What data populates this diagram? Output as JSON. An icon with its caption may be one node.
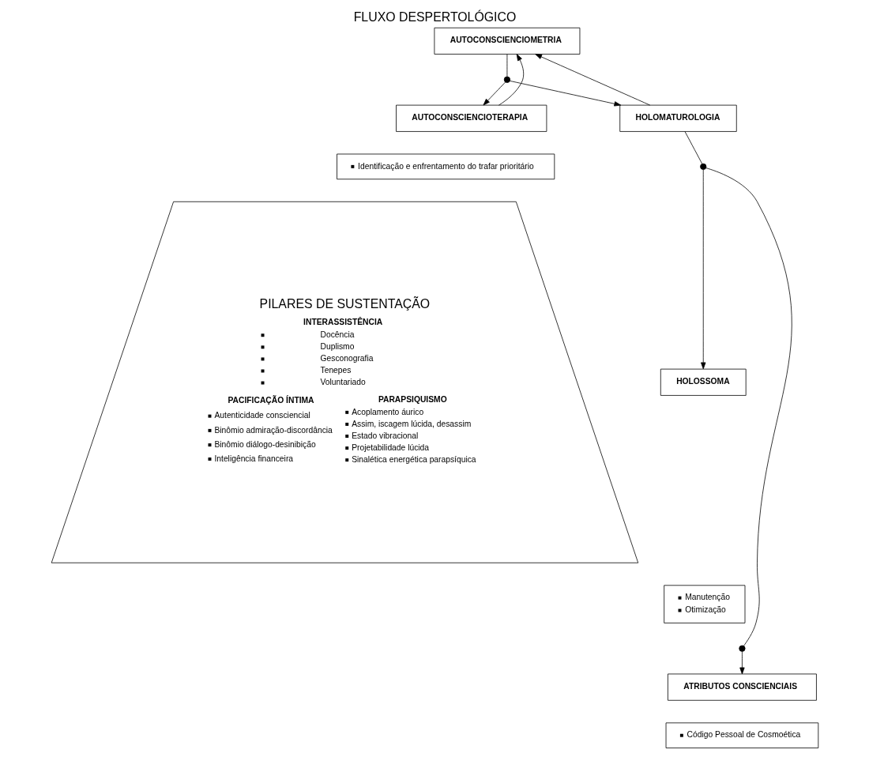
{
  "diagram": {
    "title": "FLUXO DESPERTOLÓGICO",
    "nodes": [
      {
        "text": [
          "AUTOCONSCIENCIOMETRIA"
        ]
      },
      {
        "text": [],
        "shape": "circle"
      },
      {
        "text": [
          "AUTOCONSCIENCIOTERAPIA"
        ]
      },
      {
        "text": [
          "Identificação e enfrentamento do trafar prioritário"
        ]
      },
      {
        "text": [
          "HOLOMATUROLOGIA"
        ]
      },
      {
        "text": [],
        "shape": "circle"
      },
      {
        "text": [
          "HOLOSSOMA"
        ]
      },
      {
        "text": [
          "Manutenção",
          "Otimização"
        ]
      },
      {
        "text": [],
        "shape": "circle"
      },
      {
        "text": [
          "ATRIBUTOS CONSCIENCIAIS"
        ]
      },
      {
        "text": [
          "Código Pessoal de Cosmoética"
        ]
      },
      {
        "text": [
          "PILARES DE SUSTENTAÇÃO",
          "INTERASSISTÊNCIA",
          "Docência",
          "Duplismo",
          "Gesconografia",
          "Tenepes",
          "Voluntariado",
          "PACIFICAÇÃO ÍNTIMA",
          "Autenticidade consciencial",
          "Binômio admiração-discordância",
          "Binômio diálogo-desinibição",
          "Inteligência financeira",
          "PARAPSIQUISMO",
          "Acoplamento áurico",
          "Assim, iscagem lúcida, desassim",
          "Estado vibracional",
          "Projetabilidade lúcida",
          "Sinalética energética parapsíquica"
        ]
      }
    ],
    "edges": [
      {
        "from": 0,
        "to": 1,
        "arrow": "none"
      },
      {
        "from": 1,
        "to": 2,
        "arrow": "to"
      },
      {
        "from": 1,
        "to": 4,
        "arrow": "to"
      },
      {
        "from": 2,
        "to": 0,
        "arrow": "to"
      },
      {
        "from": 4,
        "to": 0,
        "arrow": "to"
      },
      {
        "from": 4,
        "to": 5,
        "arrow": "none"
      },
      {
        "from": 5,
        "to": 6,
        "arrow": "to"
      },
      {
        "from": 5,
        "to": 8,
        "arrow": "none"
      },
      {
        "from": 8,
        "to": 9,
        "arrow": "to"
      }
    ]
  }
}
